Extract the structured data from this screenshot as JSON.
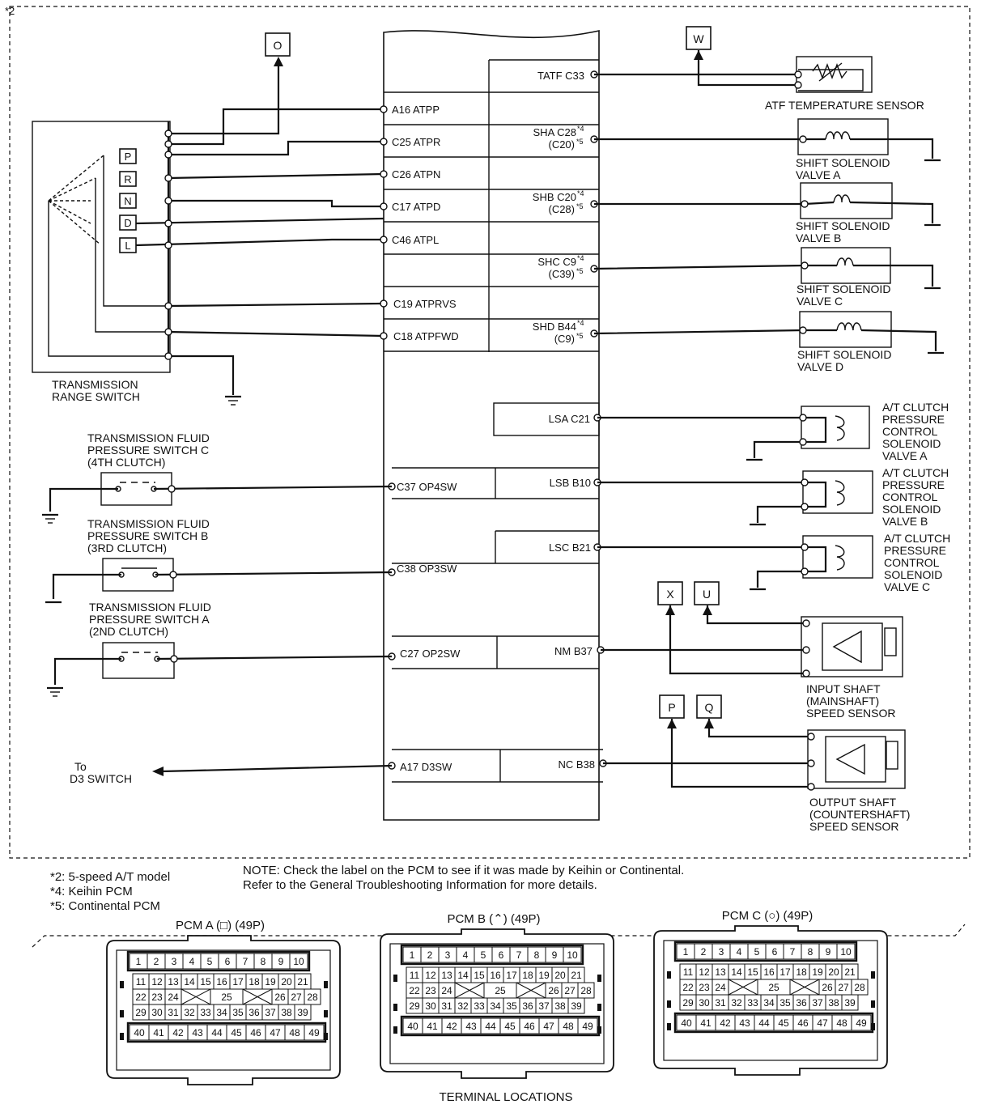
{
  "corner_note": "*2",
  "connector_tags": [
    "O",
    "W",
    "X",
    "U",
    "P",
    "Q"
  ],
  "pcm_left_pins": [
    "A16 ATPP",
    "C25 ATPR",
    "C26 ATPN",
    "C17 ATPD",
    "C46 ATPL",
    "C19 ATPRVS",
    "C18 ATPFWD",
    "C37 OP4SW",
    "C38 OP3SW",
    "C27 OP2SW",
    "A17 D3SW"
  ],
  "pcm_right_pins": [
    {
      "main": "TATF C33",
      "sup": "",
      "alt": "",
      "alt_sup": ""
    },
    {
      "main": "SHA C28",
      "sup": "*4",
      "alt": "(C20)",
      "alt_sup": "*5"
    },
    {
      "main": "SHB C20",
      "sup": "*4",
      "alt": "(C28)",
      "alt_sup": "*5"
    },
    {
      "main": "SHC C9",
      "sup": "*4",
      "alt": "(C39)",
      "alt_sup": "*5"
    },
    {
      "main": "SHD B44",
      "sup": "*4",
      "alt": "(C9)",
      "alt_sup": "*5"
    },
    {
      "main": "LSA C21",
      "sup": "",
      "alt": "",
      "alt_sup": ""
    },
    {
      "main": "LSB B10",
      "sup": "",
      "alt": "",
      "alt_sup": ""
    },
    {
      "main": "LSC B21",
      "sup": "",
      "alt": "",
      "alt_sup": ""
    },
    {
      "main": "NM B37",
      "sup": "",
      "alt": "",
      "alt_sup": ""
    },
    {
      "main": "NC B38",
      "sup": "",
      "alt": "",
      "alt_sup": ""
    }
  ],
  "range_positions": [
    "P",
    "R",
    "N",
    "D",
    "L"
  ],
  "components": {
    "range_switch": [
      "TRANSMISSION",
      "RANGE SWITCH"
    ],
    "fps_c": [
      "TRANSMISSION FLUID",
      "PRESSURE SWITCH C",
      "(4TH CLUTCH)"
    ],
    "fps_b": [
      "TRANSMISSION FLUID",
      "PRESSURE SWITCH B",
      "(3RD CLUTCH)"
    ],
    "fps_a": [
      "TRANSMISSION FLUID",
      "PRESSURE SWITCH A",
      "(2ND CLUTCH)"
    ],
    "d3_switch": [
      "To",
      "D3 SWITCH"
    ],
    "atf_sensor": "ATF TEMPERATURE SENSOR",
    "shift_a": [
      "SHIFT SOLENOID",
      "VALVE A"
    ],
    "shift_b": [
      "SHIFT SOLENOID",
      "VALVE B"
    ],
    "shift_c": [
      "SHIFT SOLENOID",
      "VALVE C"
    ],
    "shift_d": [
      "SHIFT SOLENOID",
      "VALVE D"
    ],
    "lsa": [
      "A/T CLUTCH",
      "PRESSURE",
      "CONTROL",
      "SOLENOID",
      "VALVE A"
    ],
    "lsb": [
      "A/T CLUTCH",
      "PRESSURE",
      "CONTROL",
      "SOLENOID",
      "VALVE B"
    ],
    "lsc": [
      "A/T CLUTCH",
      "PRESSURE",
      "CONTROL",
      "SOLENOID",
      "VALVE C"
    ],
    "input_sensor": [
      "INPUT SHAFT",
      "(MAINSHAFT)",
      "SPEED SENSOR"
    ],
    "output_sensor": [
      "OUTPUT SHAFT",
      "(COUNTERSHAFT)",
      "SPEED SENSOR"
    ]
  },
  "footnotes": [
    "*2: 5-speed A/T model",
    "*4: Keihin PCM",
    "*5: Continental PCM"
  ],
  "note": [
    "NOTE: Check the label on the PCM to see if it was made by Keihin or Continental.",
    "Refer to the General Troubleshooting Information for more details."
  ],
  "connectors": [
    {
      "title": "PCM A (□) (49P)"
    },
    {
      "title": "PCM B (⌃) (49P)"
    },
    {
      "title": "PCM C (○) (49P)"
    }
  ],
  "terminal_rows": {
    "row1": [
      "1",
      "2",
      "3",
      "4",
      "5",
      "6",
      "7",
      "8",
      "9",
      "10"
    ],
    "row2": [
      "11",
      "12",
      "13",
      "14",
      "15",
      "16",
      "17",
      "18",
      "19",
      "20",
      "21"
    ],
    "row3_left": [
      "22",
      "23",
      "24"
    ],
    "row3_mid": "25",
    "row3_right": [
      "26",
      "27",
      "28"
    ],
    "row4": [
      "29",
      "30",
      "31",
      "32",
      "33",
      "34",
      "35",
      "36",
      "37",
      "38",
      "39"
    ],
    "row5": [
      "40",
      "41",
      "42",
      "43",
      "44",
      "45",
      "46",
      "47",
      "48",
      "49"
    ]
  },
  "terminal_caption": "TERMINAL LOCATIONS"
}
